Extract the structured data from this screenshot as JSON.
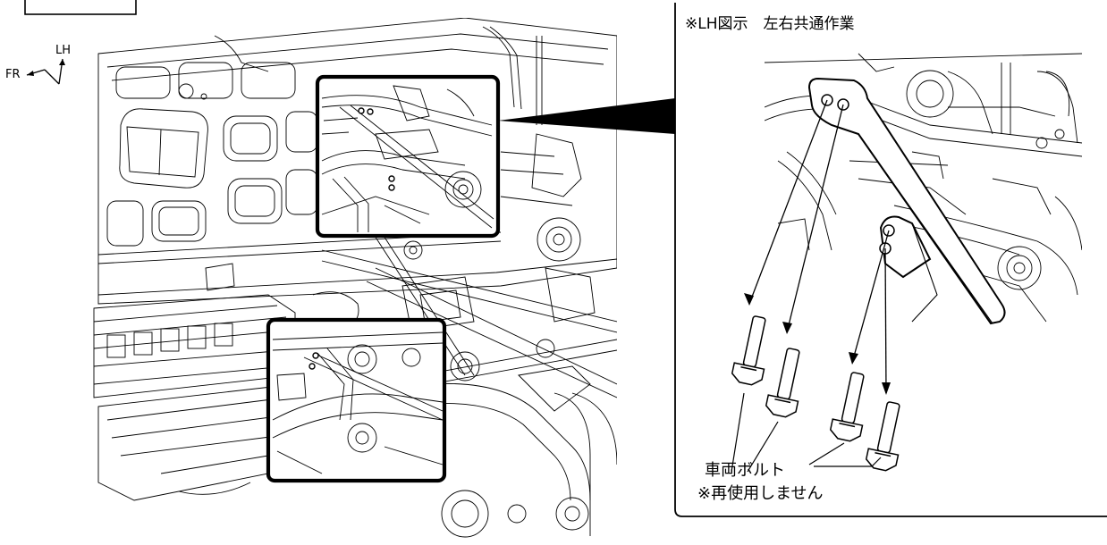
{
  "orientation": {
    "lh_label": "LH",
    "fr_label": "FR"
  },
  "detail_panel": {
    "title": "※LH図示　左右共通作業",
    "note_line1": "車両ボルト",
    "note_line2": "※再使用しません"
  },
  "colors": {
    "line": "#000000",
    "background": "#ffffff",
    "callout_fill": "#000000"
  }
}
